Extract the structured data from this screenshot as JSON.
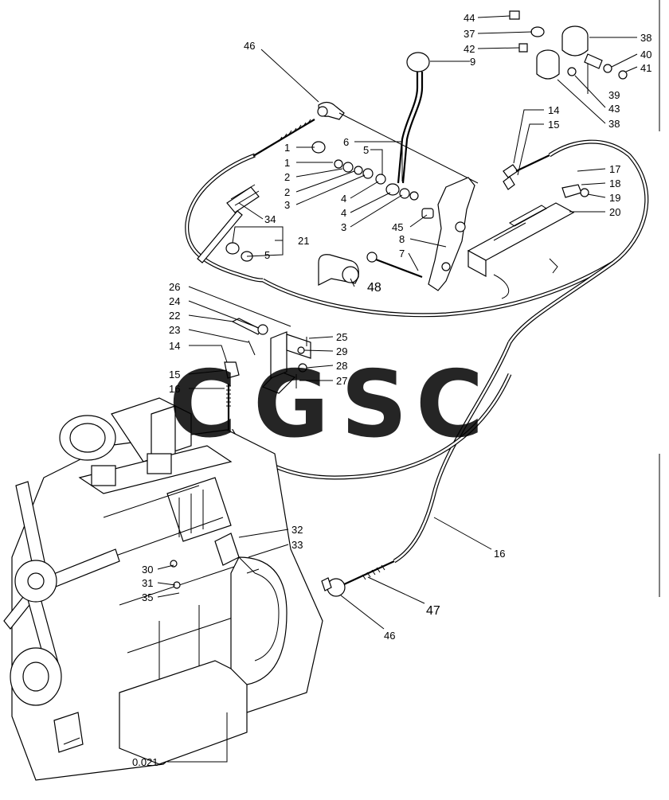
{
  "callouts": [
    {
      "id": "c44",
      "text": "44"
    },
    {
      "id": "c37",
      "text": "37"
    },
    {
      "id": "c42",
      "text": "42"
    },
    {
      "id": "c9",
      "text": "9"
    },
    {
      "id": "c38a",
      "text": "38"
    },
    {
      "id": "c40",
      "text": "40"
    },
    {
      "id": "c41",
      "text": "41"
    },
    {
      "id": "c39",
      "text": "39"
    },
    {
      "id": "c43",
      "text": "43"
    },
    {
      "id": "c38b",
      "text": "38"
    },
    {
      "id": "c46a",
      "text": "46"
    },
    {
      "id": "c14a",
      "text": "14"
    },
    {
      "id": "c15a",
      "text": "15"
    },
    {
      "id": "c6",
      "text": "6"
    },
    {
      "id": "c5a",
      "text": "5"
    },
    {
      "id": "c1a",
      "text": "1"
    },
    {
      "id": "c1b",
      "text": "1"
    },
    {
      "id": "c2a",
      "text": "2"
    },
    {
      "id": "c2b",
      "text": "2"
    },
    {
      "id": "c3a",
      "text": "3"
    },
    {
      "id": "c4a",
      "text": "4"
    },
    {
      "id": "c4b",
      "text": "4"
    },
    {
      "id": "c3b",
      "text": "3"
    },
    {
      "id": "c45",
      "text": "45"
    },
    {
      "id": "c34",
      "text": "34"
    },
    {
      "id": "c21",
      "text": "21"
    },
    {
      "id": "c5b",
      "text": "5"
    },
    {
      "id": "c8",
      "text": "8"
    },
    {
      "id": "c7",
      "text": "7"
    },
    {
      "id": "c17",
      "text": "17"
    },
    {
      "id": "c18",
      "text": "18"
    },
    {
      "id": "c19",
      "text": "19"
    },
    {
      "id": "c20",
      "text": "20"
    },
    {
      "id": "c48",
      "text": "48"
    },
    {
      "id": "c26",
      "text": "26"
    },
    {
      "id": "c24",
      "text": "24"
    },
    {
      "id": "c22",
      "text": "22"
    },
    {
      "id": "c23",
      "text": "23"
    },
    {
      "id": "c14b",
      "text": "14"
    },
    {
      "id": "c15b",
      "text": "15"
    },
    {
      "id": "c16a",
      "text": "16"
    },
    {
      "id": "c25",
      "text": "25"
    },
    {
      "id": "c29",
      "text": "29"
    },
    {
      "id": "c28",
      "text": "28"
    },
    {
      "id": "c27",
      "text": "27"
    },
    {
      "id": "c32",
      "text": "32"
    },
    {
      "id": "c33",
      "text": "33"
    },
    {
      "id": "c30",
      "text": "30"
    },
    {
      "id": "c31",
      "text": "31"
    },
    {
      "id": "c35",
      "text": "35"
    },
    {
      "id": "c16b",
      "text": "16"
    },
    {
      "id": "c47",
      "text": "47"
    },
    {
      "id": "c46b",
      "text": "46"
    },
    {
      "id": "c0021",
      "text": "0.021"
    }
  ],
  "watermark": {
    "letters": [
      "C",
      "G",
      "S",
      "C"
    ],
    "colors": [
      "#4a86e8",
      "#e8594f",
      "#f5c542",
      "#3aa676"
    ]
  },
  "colors": {
    "line": "#000000",
    "background": "#ffffff"
  }
}
